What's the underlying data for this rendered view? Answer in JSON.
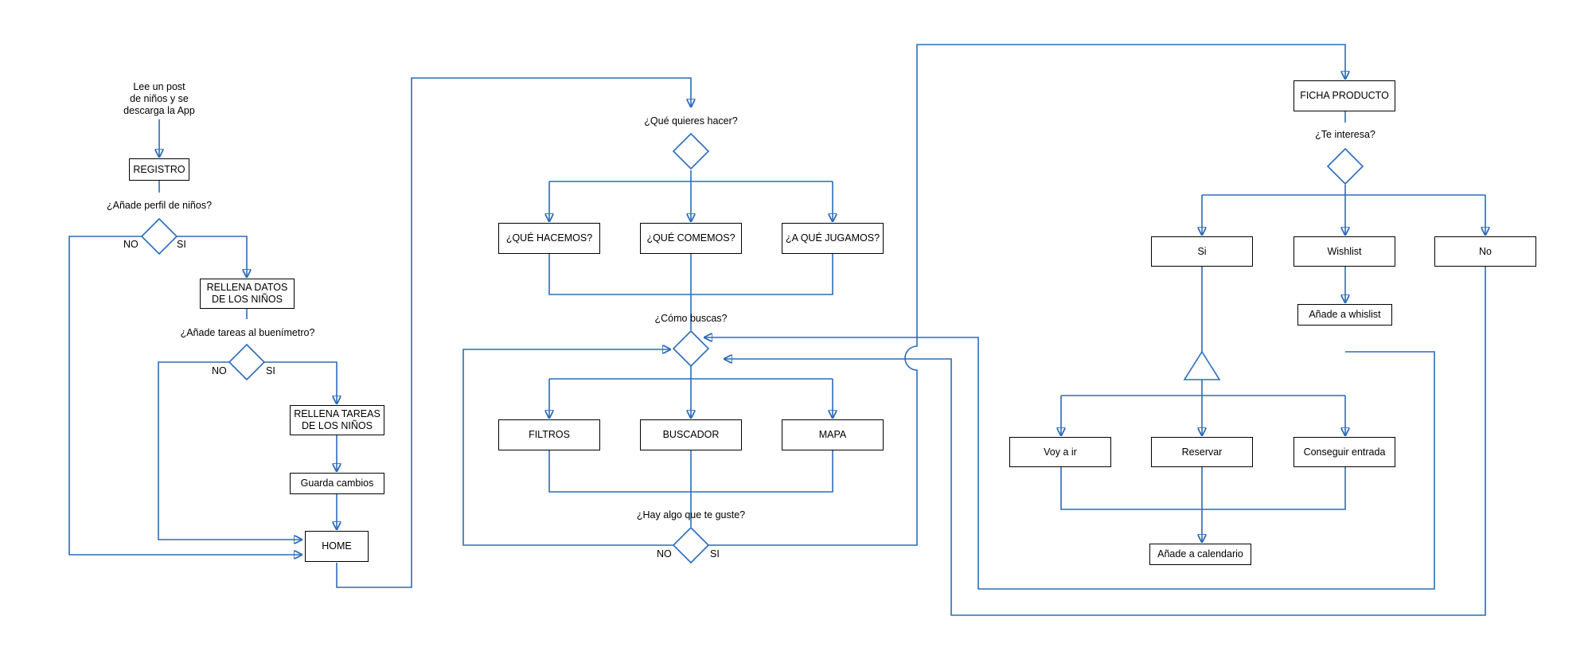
{
  "boxes": {
    "registro": "REGISTRO",
    "rellena_datos": "RELLENA DATOS\nDE LOS NIÑOS",
    "rellena_tareas": "RELLENA TAREAS\nDE LOS NIÑOS",
    "guarda_cambios": "Guarda cambios",
    "home": "HOME",
    "que_hacemos": "¿QUÉ HACEMOS?",
    "que_comemos": "¿QUÉ COMEMOS?",
    "a_que_jugamos": "¿A QUÉ JUGAMOS?",
    "filtros": "FILTROS",
    "buscador": "BUSCADOR",
    "mapa": "MAPA",
    "ficha_producto": "FICHA PRODUCTO",
    "si_box": "Si",
    "wishlist": "Wishlist",
    "no_box": "No",
    "anade_whislist": "Añade a whislist",
    "voy_a_ir": "Voy a ir",
    "reservar": "Reservar",
    "conseguir_entrada": "Conseguir entrada",
    "anade_calendario": "Añade a calendario"
  },
  "labels": {
    "start": "Lee un post\nde niños y se\ndescarga la App",
    "q_perfil": "¿Añade perfil de niños?",
    "q_tareas": "¿Añade tareas al buenímetro?",
    "q_hacer": "¿Qué quieres hacer?",
    "q_buscas": "¿Cómo buscas?",
    "q_guste": "¿Hay algo que te guste?",
    "q_interesa": "¿Te interesa?",
    "no": "NO",
    "si": "SI"
  },
  "colors": {
    "line": "#2b6cb8",
    "box_border": "#000000"
  }
}
